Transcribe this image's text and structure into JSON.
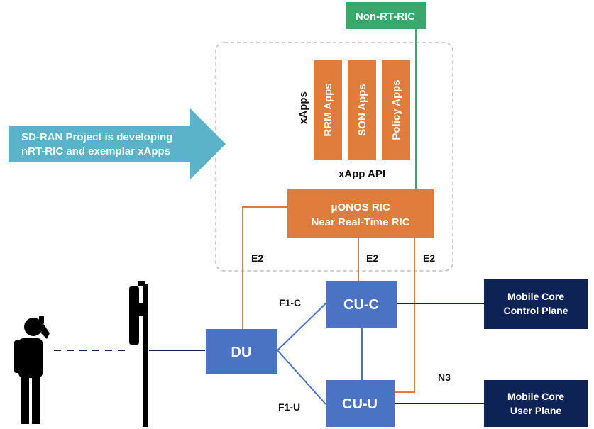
{
  "colors": {
    "orange": "#e07d3c",
    "green": "#3aa76d",
    "blue": "#4b73c4",
    "navy": "#0d2355",
    "teal": "#5ab3c9",
    "dashed_box": "#bdbdbd",
    "black": "#000000"
  },
  "non_rt_ric": {
    "label": "Non-RT-RIC"
  },
  "xapps": {
    "group_label": "xApps",
    "apps": [
      "RRM Apps",
      "SON Apps",
      "Policy Apps"
    ],
    "api_label": "xApp API"
  },
  "banner": {
    "line1": "SD-RAN Project is developing",
    "line2": "nRT-RIC and exemplar xApps"
  },
  "ric": {
    "line1": "μONOS RIC",
    "line2": "Near Real-Time RIC"
  },
  "interfaces": {
    "e2_du": "E2",
    "e2_cuc": "E2",
    "e2_cuu": "E2",
    "f1c": "F1-C",
    "f1u": "F1-U",
    "n3": "N3"
  },
  "nodes": {
    "du": "DU",
    "cuc": "CU-C",
    "cuu": "CU-U"
  },
  "core": {
    "control": {
      "line1": "Mobile Core",
      "line2": "Control Plane"
    },
    "user": {
      "line1": "Mobile Core",
      "line2": "User Plane"
    }
  },
  "icons": {
    "person": "person-on-phone-icon",
    "tower": "cell-tower-icon",
    "arrow": "banner-arrow-icon"
  }
}
